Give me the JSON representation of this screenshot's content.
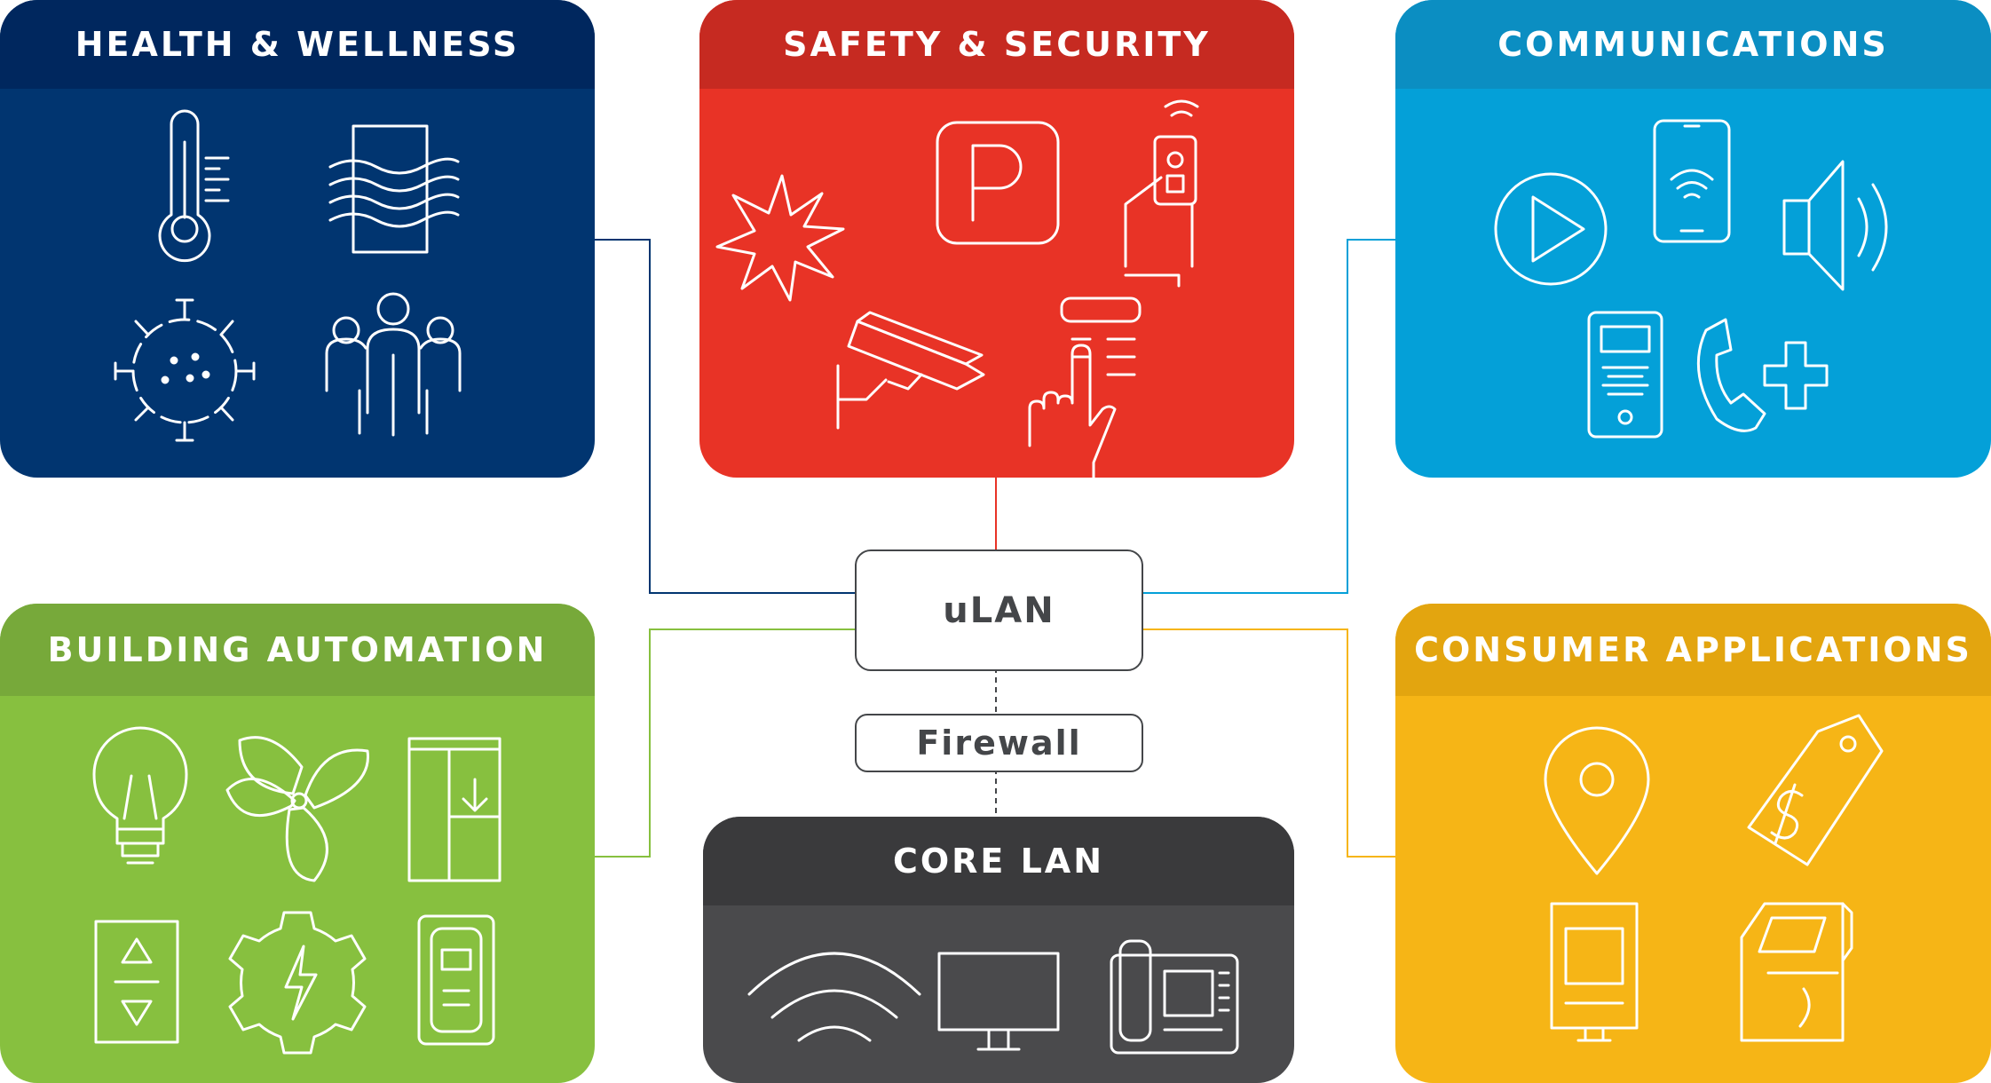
{
  "boxes": {
    "health": {
      "title": "HEALTH & WELLNESS",
      "header_color": "#00275e",
      "body_color": "#013570",
      "icons": [
        "thermometer-icon",
        "air-filter-icon",
        "virus-icon",
        "people-group-icon"
      ]
    },
    "safety": {
      "title": "SAFETY & SECURITY",
      "header_color": "#c62a21",
      "body_color": "#e83326",
      "icons": [
        "alarm-burst-icon",
        "parking-icon",
        "access-card-icon",
        "security-camera-icon",
        "push-button-icon"
      ]
    },
    "comms": {
      "title": "COMMUNICATIONS",
      "header_color": "#0b8ec2",
      "body_color": "#04a0d8",
      "icons": [
        "play-button-icon",
        "smartphone-icon",
        "speaker-icon",
        "intercom-icon",
        "medical-phone-icon"
      ]
    },
    "building": {
      "title": "BUILDING AUTOMATION",
      "header_color": "#77a93a",
      "body_color": "#87c03f",
      "icons": [
        "light-bulb-icon",
        "fan-icon",
        "window-blind-icon",
        "elevator-button-icon",
        "energy-gear-icon",
        "thermostat-icon"
      ]
    },
    "consumer": {
      "title": "CONSUMER APPLICATIONS",
      "header_color": "#e3a50f",
      "body_color": "#f6b516",
      "icons": [
        "location-pin-icon",
        "price-tag-icon",
        "digital-signage-icon",
        "kiosk-icon"
      ]
    },
    "core": {
      "title": "CORE LAN",
      "header_color": "#3a3a3c",
      "body_color": "#4a4a4c",
      "icons": [
        "wifi-icon",
        "monitor-icon",
        "desk-phone-icon"
      ]
    }
  },
  "hubs": {
    "ulan": "uLAN",
    "firewall": "Firewall"
  },
  "colors": {
    "hub_border": "#444649",
    "hub_text": "#444649"
  }
}
